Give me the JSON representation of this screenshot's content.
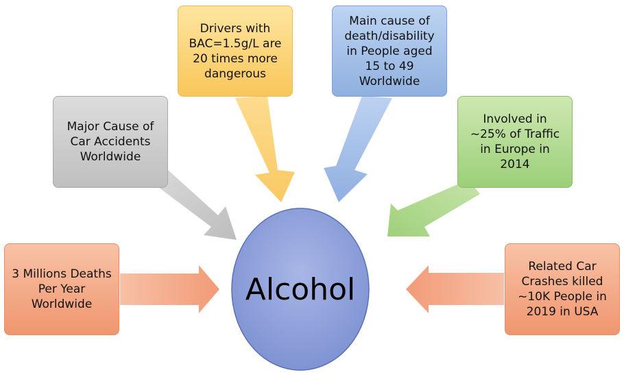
{
  "center": {
    "label": "Alcohol",
    "color": "#8fa3dc"
  },
  "boxes": {
    "deaths": "3 Millions Deaths Per Year Worldwide",
    "accidents": "Major Cause of Car Accidents Worldwide",
    "bac": "Drivers with BAC=1.5g/L are 20 times more dangerous",
    "main_cause": "Main cause of death/disability in People aged 15 to 49 Worldwide",
    "europe": "Involved in ~25% of Traffic in Europe in 2014",
    "usa": "Related Car Crashes killed ~10K People in 2019 in USA"
  },
  "colors": {
    "salmon": "#f4a383",
    "gray": "#c8c8c8",
    "yellow": "#fbd271",
    "blue": "#a3bfe8",
    "green": "#add98a"
  }
}
